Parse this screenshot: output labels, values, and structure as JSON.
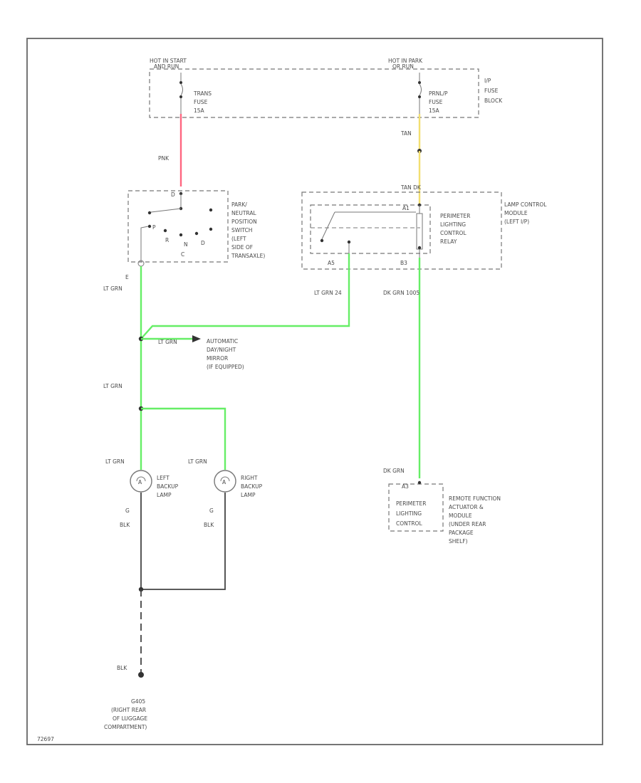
{
  "fuse_block": {
    "left_feed": [
      "HOT IN START",
      "AND RUN"
    ],
    "right_feed": [
      "HOT IN PARK",
      "OR RUN"
    ],
    "left_fuse": [
      "TRANS",
      "FUSE",
      "15A"
    ],
    "right_fuse": [
      "PRNL/P",
      "FUSE",
      "15A"
    ],
    "block_label": [
      "I/P",
      "FUSE",
      "BLOCK"
    ]
  },
  "wire_labels": {
    "pnk": "PNK",
    "tan": "TAN",
    "tan_dk": "TAN  DK",
    "lt_grn_1": "LT GRN",
    "lt_grn_24": "LT GRN    24",
    "dk_grn_1005": "DK GRN    1005",
    "lt_grn_mirror": "LT GRN",
    "lt_grn_2": "LT GRN",
    "lt_grn_left": "LT GRN",
    "lt_grn_right": "LT GRN",
    "dk_grn_bottom": "DK GRN",
    "blk_left": "BLK",
    "blk_right": "BLK",
    "blk_ground": "BLK"
  },
  "pins": {
    "pnp_top": "D",
    "pnp_bottom": "E",
    "pnp_c": "C",
    "lcm_a": "A1",
    "lcm_b": "B3",
    "lcm_c": "A5",
    "left_lamp_pin": "A",
    "right_lamp_pin": "A",
    "left_lamp_g": "G",
    "right_lamp_g": "G",
    "rfa_pin": "A3"
  },
  "pnp_switch": {
    "label": [
      "PARK/",
      "NEUTRAL",
      "POSITION",
      "SWITCH",
      "(LEFT",
      "SIDE OF",
      "TRANSAXLE)"
    ],
    "positions": [
      "P",
      "R",
      "N",
      "D"
    ]
  },
  "lcm": {
    "label": [
      "LAMP CONTROL",
      "MODULE",
      "(LEFT I/P)"
    ],
    "relay": [
      "PERIMETER",
      "LIGHTING",
      "CONTROL",
      "RELAY"
    ]
  },
  "mirror": [
    "AUTOMATIC",
    "DAY/NIGHT",
    "MIRROR",
    "(IF EQUIPPED)"
  ],
  "left_lamp": [
    "LEFT",
    "BACKUP",
    "LAMP"
  ],
  "right_lamp": [
    "RIGHT",
    "BACKUP",
    "LAMP"
  ],
  "rfa_box": [
    "PERIMETER",
    "LIGHTING",
    "CONTROL"
  ],
  "rfa_label": [
    "REMOTE FUNCTION",
    "ACTUATOR &",
    "MODULE",
    "(UNDER REAR",
    "PACKAGE",
    "SHELF)"
  ],
  "ground": [
    "G405",
    "(RIGHT REAR",
    "OF LUGGAGE",
    "COMPARTMENT)"
  ],
  "footer_id": "72697"
}
